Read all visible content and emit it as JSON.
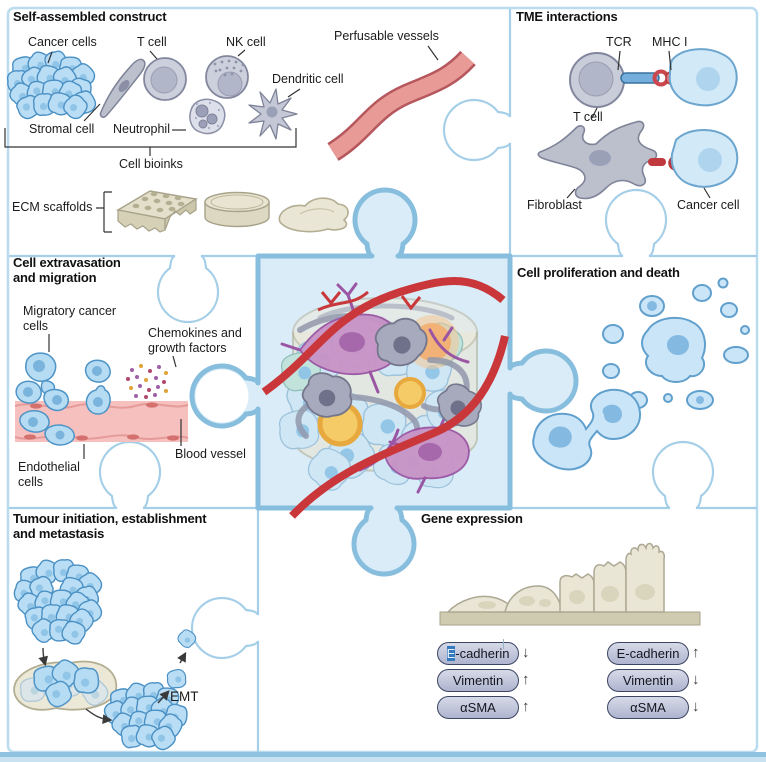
{
  "figure": {
    "type": "puzzle-diagram",
    "colors": {
      "outer_frame": "#b9dcef",
      "thin_boundary": "#a5cfe8",
      "center_piece_fill": "#d9ecf8",
      "center_piece_stroke": "#87bede",
      "cell_blue_fill": "#b8ddf4",
      "cell_blue_stroke": "#4a90c4",
      "immune_gray_fill": "#c9cdd9",
      "vessel_red": "#b5575c",
      "vessel_pink": "#f5c0bd",
      "scaffold_beige": "#e6e2d0",
      "pill_fill": "#b9bfd6",
      "pill_border": "#3c4663"
    }
  },
  "panels": {
    "self_assembled": {
      "title": "Self-assembled construct",
      "labels": {
        "cancer_cells": "Cancer cells",
        "t_cell": "T cell",
        "nk_cell": "NK cell",
        "dendritic_cell": "Dendritic cell",
        "stromal_cell": "Stromal cell",
        "neutrophil": "Neutrophil",
        "cell_bioinks": "Cell bioinks",
        "ecm_scaffolds": "ECM scaffolds",
        "perfusable_vessels": "Perfusable vessels"
      }
    },
    "tme": {
      "title": "TME interactions",
      "labels": {
        "tcr": "TCR",
        "mhc1": "MHC I",
        "t_cell": "T cell",
        "fibroblast": "Fibroblast",
        "cancer_cell": "Cancer cell"
      }
    },
    "extravasation": {
      "title_line1": "Cell extravasation",
      "title_line2": "and migration",
      "labels": {
        "migratory_line1": "Migratory cancer",
        "migratory_line2": "cells",
        "chemokines_line1": "Chemokines and",
        "chemokines_line2": "growth factors",
        "endothelial_line1": "Endothelial",
        "endothelial_line2": "cells",
        "blood_vessel": "Blood vessel"
      }
    },
    "proliferation": {
      "title": "Cell proliferation and death"
    },
    "tumour": {
      "title_line1": "Tumour initiation, establishment",
      "title_line2": "and metastasis",
      "labels": {
        "emt": "EMT"
      }
    },
    "gene": {
      "title": "Gene expression",
      "selection_artifact": {
        "selected": "E",
        "rest": "-cadherin"
      },
      "left_markers": [
        {
          "name": "E-cadherin",
          "arrow": "↓"
        },
        {
          "name": "Vimentin",
          "arrow": "↑"
        },
        {
          "name": "αSMA",
          "arrow": "↑"
        }
      ],
      "right_markers": [
        {
          "name": "E-cadherin",
          "arrow": "↑"
        },
        {
          "name": "Vimentin",
          "arrow": "↓"
        },
        {
          "name": "αSMA",
          "arrow": "↓"
        }
      ]
    }
  }
}
